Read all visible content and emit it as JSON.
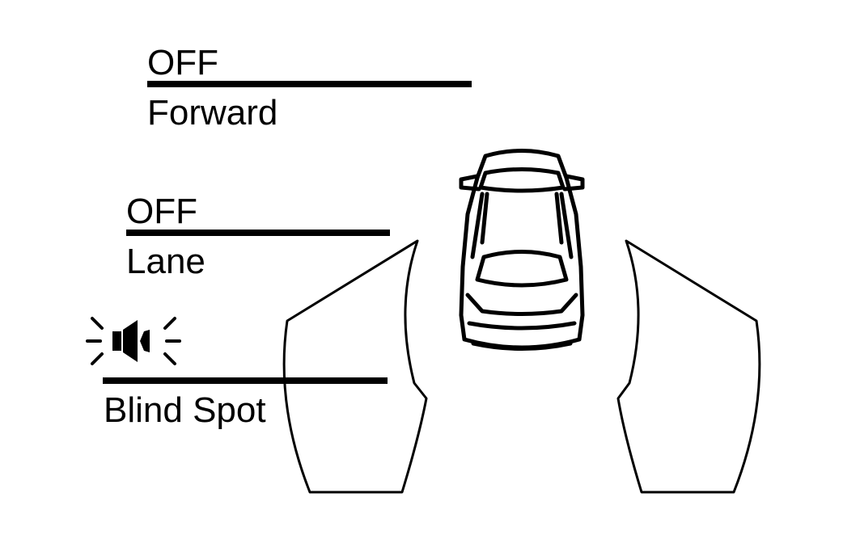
{
  "forward": {
    "status": "OFF",
    "name": "Forward"
  },
  "lane": {
    "status": "OFF",
    "name": "Lane"
  },
  "blind_spot": {
    "name": "Blind Spot",
    "indicator": "speaker-alert-icon"
  },
  "colors": {
    "line": "#000000",
    "background": "#ffffff"
  }
}
